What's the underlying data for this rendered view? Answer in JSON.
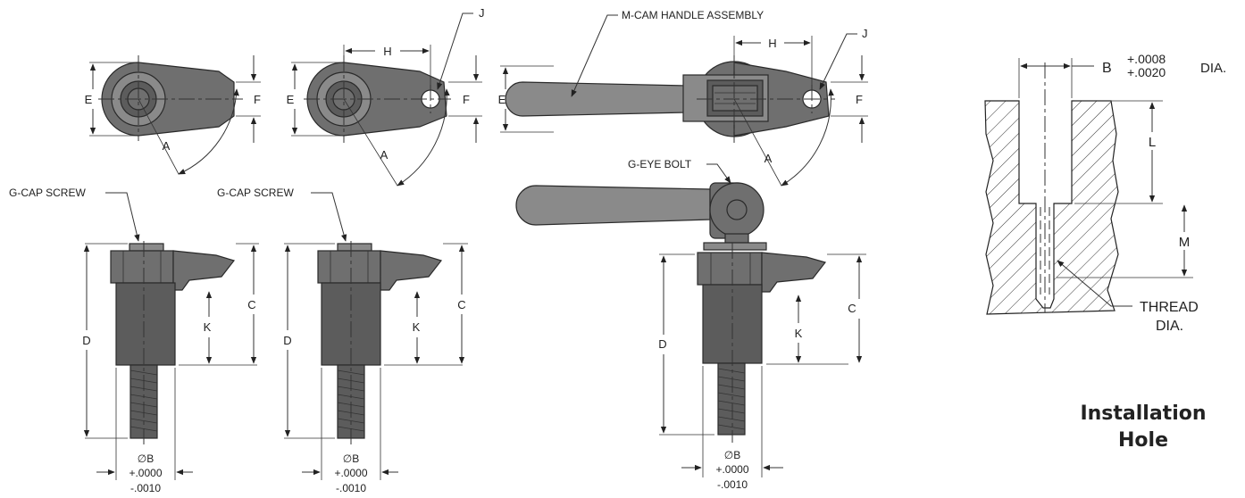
{
  "callouts": {
    "m_cam_handle": "M-CAM HANDLE ASSEMBLY",
    "g_eye_bolt": "G-EYE BOLT",
    "g_cap_screw": "G-CAP SCREW",
    "thread_dia_line1": "THREAD",
    "thread_dia_line2": "DIA."
  },
  "dims": {
    "A": "A",
    "B": "B",
    "C": "C",
    "D": "D",
    "E": "E",
    "F": "F",
    "H": "H",
    "J": "J",
    "K": "K",
    "L": "L",
    "M": "M",
    "dia_b": "∅B",
    "shank_tol_upper": "+.0000",
    "shank_tol_lower": "-.0010",
    "hole_tol_upper": "+.0008",
    "hole_tol_lower": "+.0020",
    "hole_dia_suffix": "DIA."
  },
  "caption": {
    "line1": "Installation",
    "line2": "Hole"
  }
}
